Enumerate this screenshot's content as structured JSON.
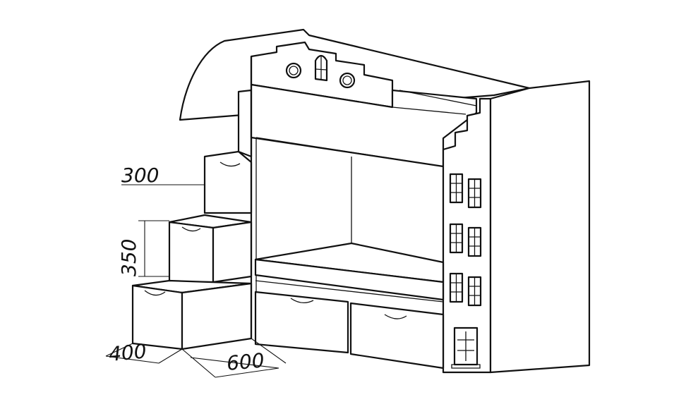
{
  "diagram": {
    "subject": "bunk-bed-with-stair-storage",
    "dimensions": {
      "step_height": "300",
      "step_height_2": "350",
      "depth": "400",
      "width": "600"
    }
  },
  "colors": {
    "line": "#111111",
    "background": "#ffffff"
  }
}
